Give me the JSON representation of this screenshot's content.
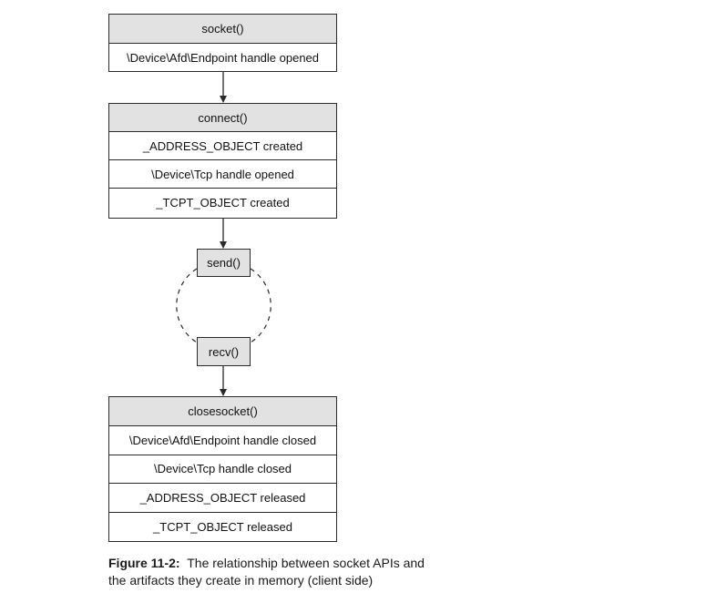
{
  "socket_block": {
    "header": "socket()",
    "rows": [
      "\\Device\\Afd\\Endpoint handle opened"
    ]
  },
  "connect_block": {
    "header": "connect()",
    "rows": [
      "_ADDRESS_OBJECT created",
      "\\Device\\Tcp handle opened",
      "_TCPT_OBJECT created"
    ]
  },
  "loop": {
    "send": "send()",
    "recv": "recv()"
  },
  "closesocket_block": {
    "header": "closesocket()",
    "rows": [
      "\\Device\\Afd\\Endpoint handle closed",
      "\\Device\\Tcp handle closed",
      "_ADDRESS_OBJECT released",
      "_TCPT_OBJECT released"
    ]
  },
  "caption": {
    "label": "Figure 11-2:",
    "text": "The relationship between socket APIs and the artifacts they create in memory (client side)"
  },
  "colors": {
    "header_fill": "#e2e2e2",
    "border": "#2a2a2a",
    "text": "#111111"
  }
}
